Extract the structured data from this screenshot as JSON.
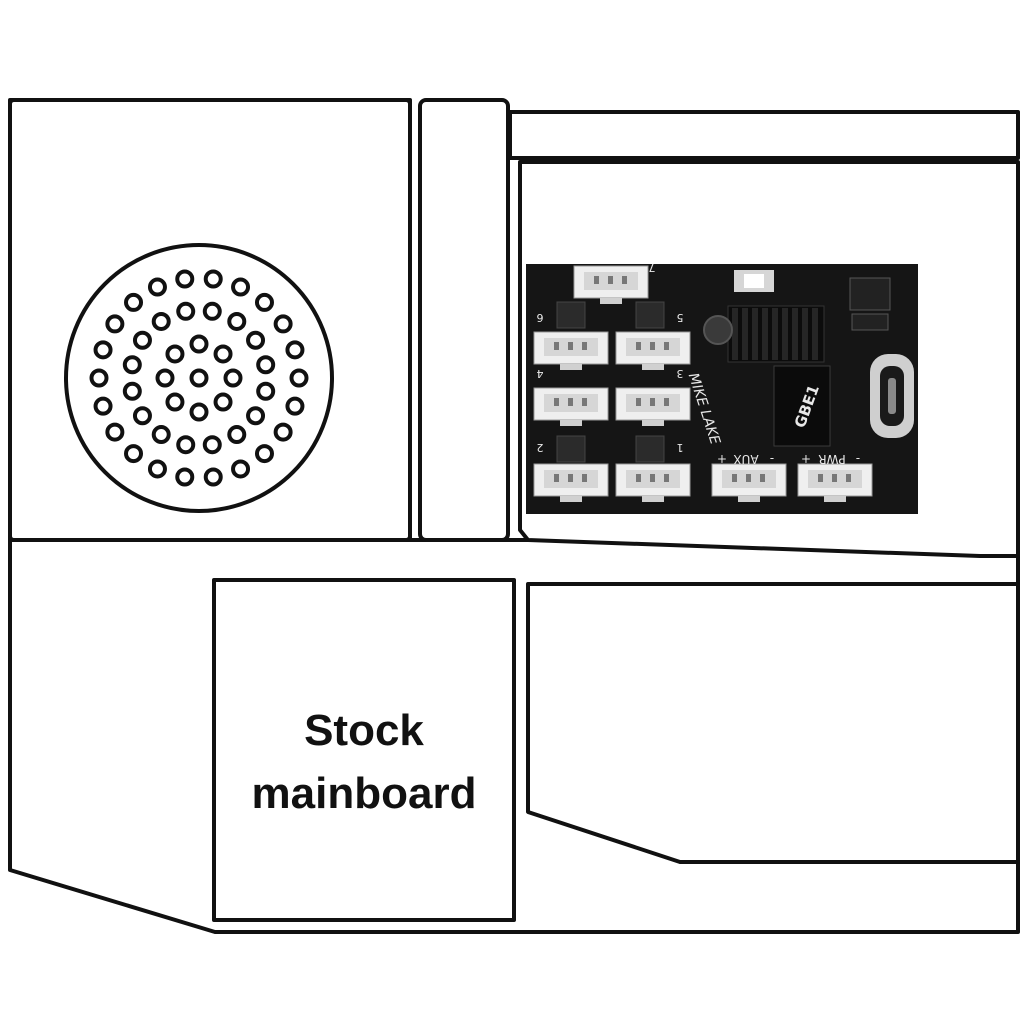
{
  "diagram": {
    "stock_mainboard": {
      "line1": "Stock",
      "line2": "mainboard"
    },
    "pcb": {
      "brand": "MIKE LAKE",
      "chip_label": "GBE1",
      "port_numbers": [
        "7",
        "6",
        "5",
        "4",
        "3",
        "2",
        "1"
      ],
      "aux_label": "AUX",
      "pwr_label": "PWR",
      "plus": "+",
      "minus": "-"
    },
    "colors": {
      "line": "#111111",
      "pcb": "#151515",
      "connector": "#efefef",
      "silk": "#e8e8e8"
    },
    "icons": [
      "speaker-grille-icon",
      "usb-c-port-icon",
      "heatsink-icon"
    ]
  }
}
